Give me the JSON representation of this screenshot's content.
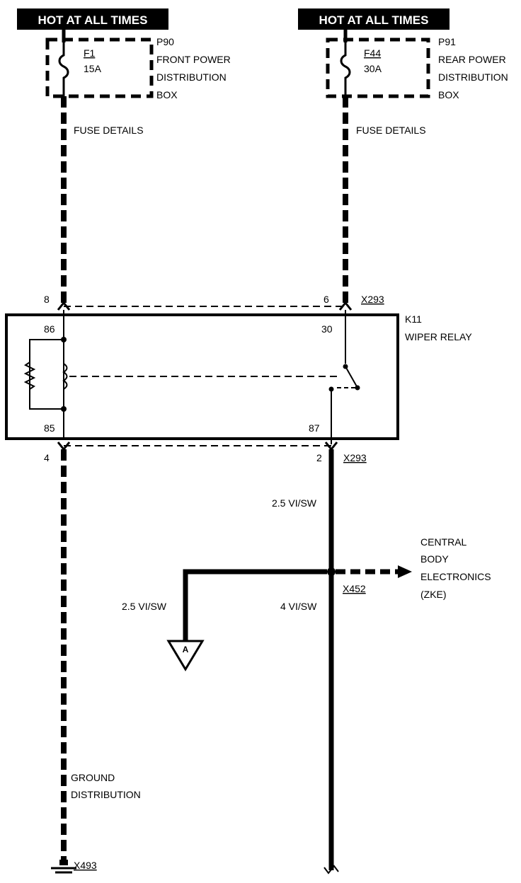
{
  "headers": {
    "left": "HOT AT ALL TIMES",
    "right": "HOT AT ALL TIMES"
  },
  "fuse_boxes": {
    "left": {
      "ref": "P90",
      "line1": "FRONT POWER",
      "line2": "DISTRIBUTION",
      "line3": "BOX",
      "fuse": "F1",
      "rating": "15A",
      "details": "FUSE DETAILS"
    },
    "right": {
      "ref": "P91",
      "line1": "REAR POWER",
      "line2": "DISTRIBUTION",
      "line3": "BOX",
      "fuse": "F44",
      "rating": "30A",
      "details": "FUSE DETAILS"
    }
  },
  "connector_top": {
    "left_pin": "8",
    "right_pin": "6",
    "ref": "X293"
  },
  "relay": {
    "ref": "K11",
    "name": "WIPER RELAY",
    "pin_86": "86",
    "pin_85": "85",
    "pin_30": "30",
    "pin_87": "87"
  },
  "connector_bottom": {
    "left_pin": "4",
    "right_pin": "2",
    "ref": "X293"
  },
  "wires": {
    "output_main": "2.5 VI/SW",
    "branch_left": "2.5 VI/SW",
    "continue_down": "4 VI/SW"
  },
  "splice": {
    "ref": "X452"
  },
  "destination": {
    "line1": "CENTRAL",
    "line2": "BODY",
    "line3": "ELECTRONICS",
    "line4": "(ZKE)"
  },
  "offpage_connector": {
    "label": "A"
  },
  "ground": {
    "line1": "GROUND",
    "line2": "DISTRIBUTION",
    "ref": "X493"
  }
}
